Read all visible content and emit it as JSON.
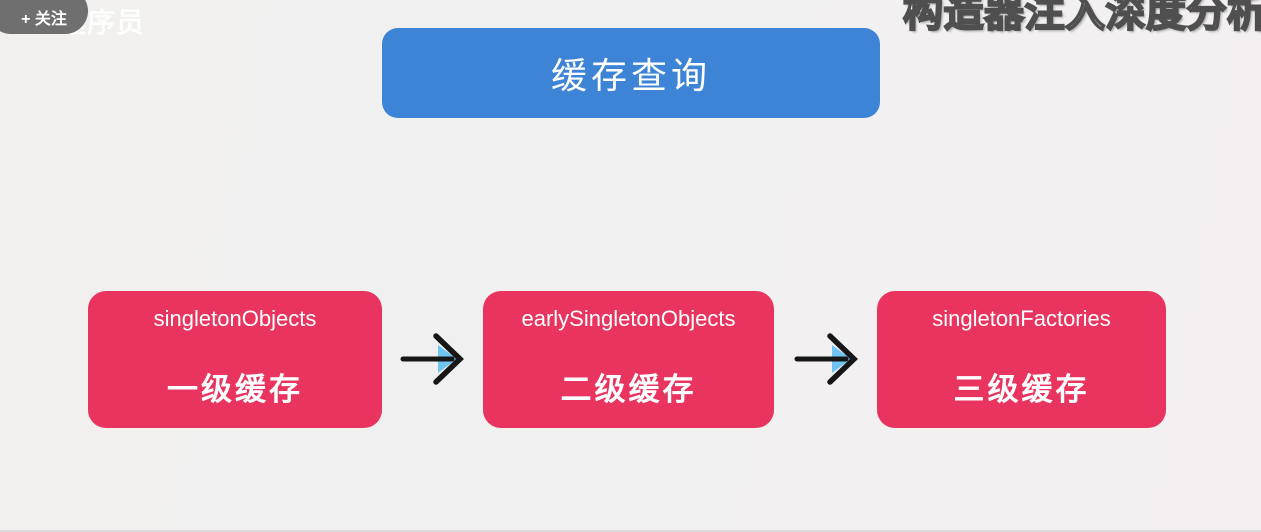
{
  "overlay": {
    "follow_button_label": "+ 关注",
    "channel_watermark": "程序员",
    "video_title_watermark": "构造器注入深度分析法"
  },
  "diagram": {
    "title": "缓存查询",
    "caches": [
      {
        "field": "singletonObjects",
        "label": "一级缓存"
      },
      {
        "field": "earlySingletonObjects",
        "label": "二级缓存"
      },
      {
        "field": "singletonFactories",
        "label": "三级缓存"
      }
    ],
    "colors": {
      "title_bg": "#3d84d6",
      "cache_bg": "#e8345e",
      "arrow": "#161616",
      "arrow_accent": "#6fc4f1",
      "background": "#f2f0f0",
      "follow_pill_bg": "#6f6f6f"
    }
  }
}
